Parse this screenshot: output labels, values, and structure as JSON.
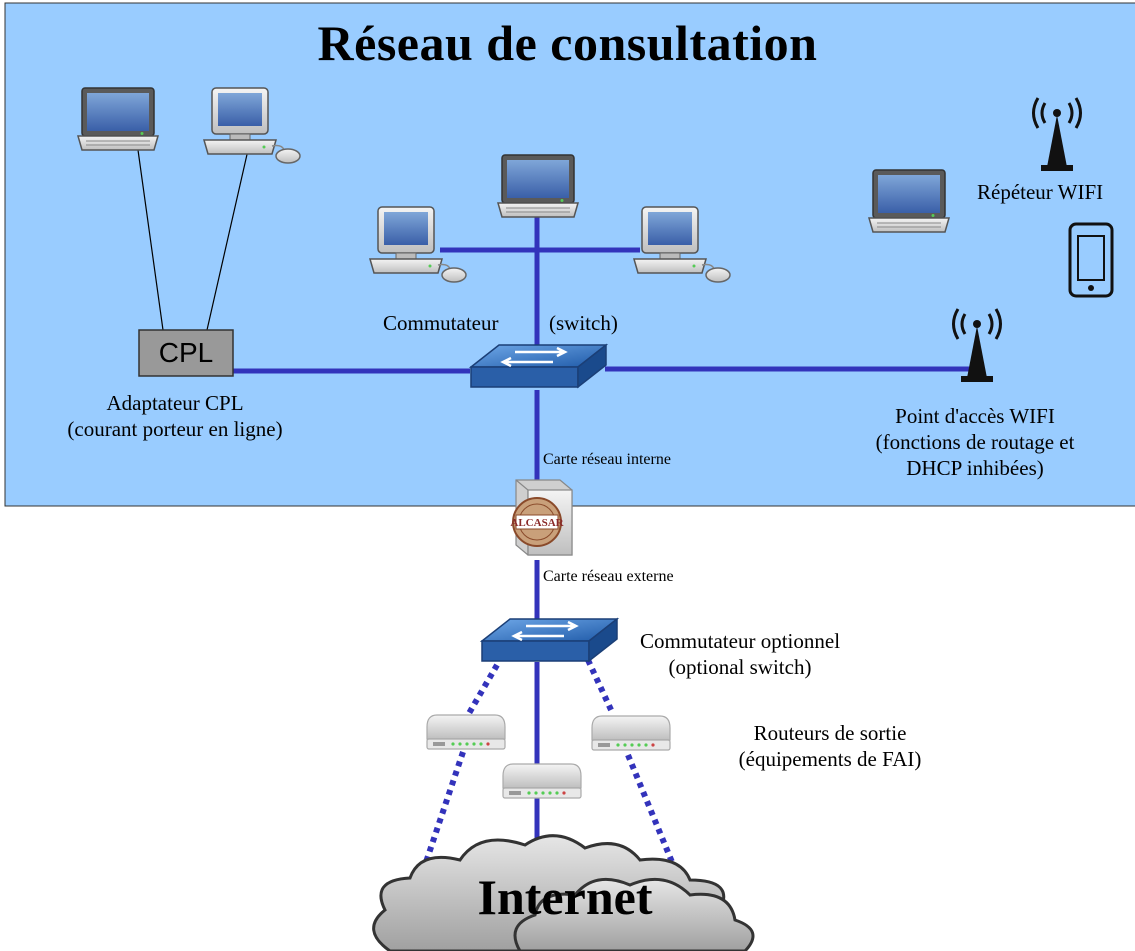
{
  "title": "Réseau de consultation",
  "colors": {
    "zone_background": "#99ccff",
    "link_line": "#3333bb",
    "switch_blue": "#2f6fbf",
    "cpl_box": "#999999",
    "cloud_gray": "#c8c8c8"
  },
  "labels": {
    "cpl_box": "CPL",
    "cpl_adapter_line1": "Adaptateur CPL",
    "cpl_adapter_line2": "(courant porteur en ligne)",
    "switch_main_a": "Commutateur",
    "switch_main_b": "(switch)",
    "wifi_ap_line1": "Point d'accès WIFI",
    "wifi_ap_line2": "(fonctions de routage et",
    "wifi_ap_line3": "DHCP inhibées)",
    "wifi_repeater": "Répéteur WIFI",
    "internal_nic": "Carte réseau interne",
    "external_nic": "Carte réseau externe",
    "switch_optional_line1": "Commutateur optionnel",
    "switch_optional_line2": "(optional switch)",
    "routers_line1": "Routeurs de sortie",
    "routers_line2": "(équipements de FAI)",
    "internet": "Internet",
    "server_stamp": "ALCASAR"
  },
  "icons": [
    "laptop-icon",
    "desktop-icon",
    "switch-icon",
    "wifi-antenna-icon",
    "smartphone-icon",
    "server-icon",
    "router-icon",
    "cloud-icon"
  ]
}
